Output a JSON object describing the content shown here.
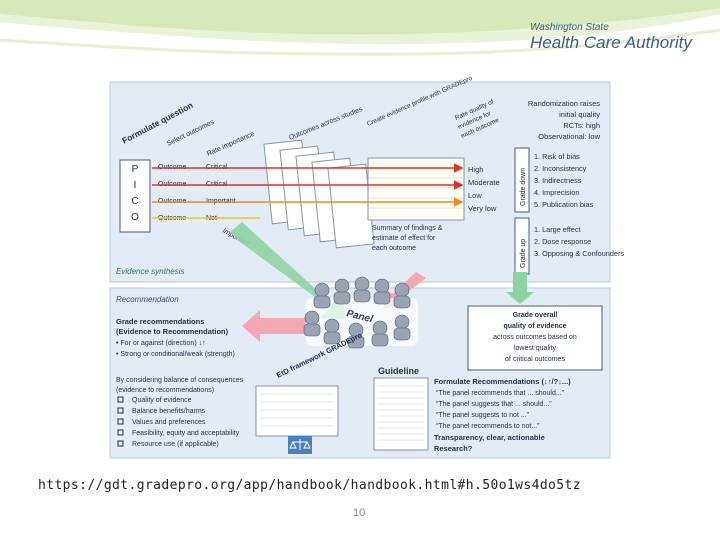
{
  "header": {
    "logo_line1": "Washington State",
    "logo_line2": "Health Care Authority"
  },
  "diagram": {
    "formulate_question": "Formulate question",
    "select_outcomes": "Select outcomes",
    "rate_importance": "Rate importance",
    "outcomes_across_studies": "Outcomes across studies",
    "create_evidence_profile": "Create evidence profile with GRADEpro",
    "rate_quality_line1": "Rate quality of",
    "rate_quality_line2": "evidence for",
    "rate_quality_line3": "each outcome",
    "pico": [
      "P",
      "I",
      "C",
      "O"
    ],
    "outcome_rows": [
      {
        "label": "Outcome",
        "rating": "Critical"
      },
      {
        "label": "Outcome",
        "rating": "Critical"
      },
      {
        "label": "Outcome",
        "rating": "Important"
      },
      {
        "label": "Outcome",
        "rating": "Not"
      }
    ],
    "important_label": "Important",
    "quality_levels": [
      "High",
      "Moderate",
      "Low",
      "Very low"
    ],
    "rand_trials": [
      "Randomization raises",
      "initial quality",
      "RCTs: high",
      "Observational: low"
    ],
    "grade_down_label": "Grade down",
    "grade_down": [
      "1.  Risk of bias",
      "2.  Inconsistency",
      "3.  Indirectness",
      "4.  Imprecision",
      "5.  Publication bias"
    ],
    "grade_up_label": "Grade up",
    "grade_up": [
      "1.  Large effect",
      "2.  Dose response",
      "3.  Opposing & Confounders"
    ],
    "summary_findings": [
      "Summary of findings &",
      "estimate of effect for",
      "each outcome"
    ],
    "evidence_synthesis": "Evidence synthesis",
    "recommendation": "Recommendation",
    "grade_recs": [
      "Grade recommendations",
      "(Evidence to Recommendation)"
    ],
    "for_against": "• For or against (direction) ↓↑",
    "strong_weak": "• Strong or conditional/weak (strength)",
    "considering": [
      "By considering balance of consequences",
      "(evidence to recommendations)"
    ],
    "checklist": [
      "Quality of evidence",
      "Balance benefits/harms",
      "Values and preferences",
      "Feasibility, equity and acceptability",
      "Resource use (if applicable)"
    ],
    "panel": "Panel",
    "grade_overall": [
      "Grade overall",
      "quality of evidence",
      "across outcomes based on",
      "lowest quality",
      "of critical outcomes"
    ],
    "etd_framework": "EtD framework GRADEpro",
    "guideline": "Guideline",
    "formulate_recs": "Formulate Recommendations (↓↑/?↓...)",
    "rec_phrases": [
      "“The panel recommends that ... should...”",
      "“The panel suggests that ... should...”",
      "“The panel suggests to not ...”",
      "“The panel recommends to not...”"
    ],
    "transparency": [
      "Transparency, clear, actionable",
      "Research?"
    ],
    "text_color": "#1f2d4a",
    "green": "#8fd3a5",
    "pink": "#f3a7b2",
    "panel_bg": "#e3ebf5"
  },
  "footer": {
    "url": "https://gdt.gradepro.org/app/handbook/handbook.html#h.50o1ws4do5tz",
    "page_number": "10"
  }
}
